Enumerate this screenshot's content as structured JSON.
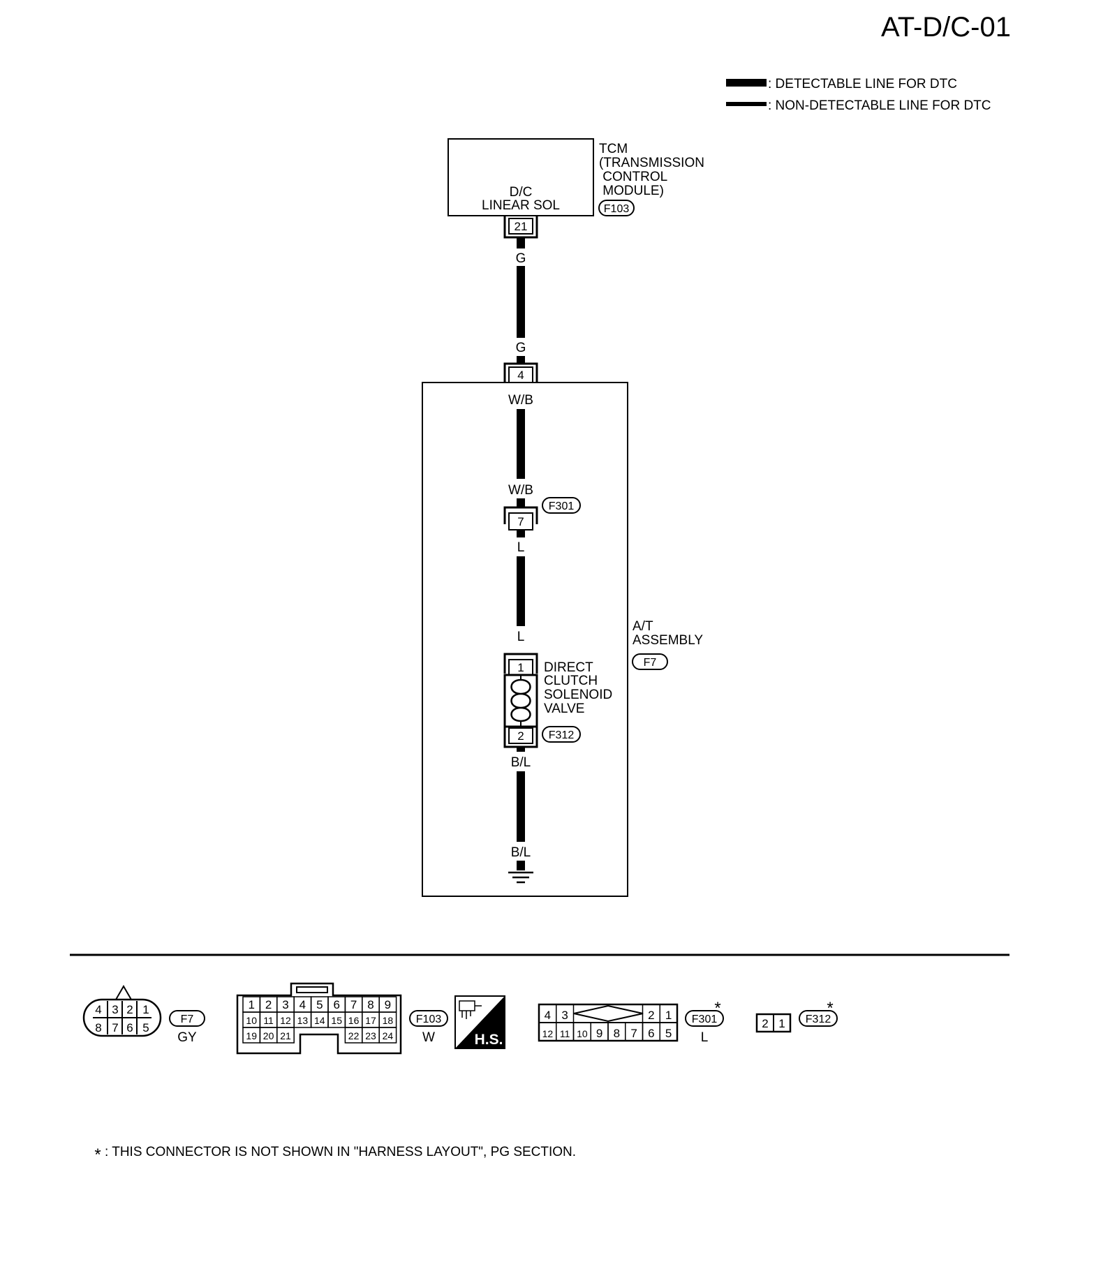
{
  "page_code": "AT-D/C-01",
  "legend": {
    "detectable": ": DETECTABLE LINE FOR DTC",
    "non_detectable": ": NON-DETECTABLE LINE FOR DTC"
  },
  "tcm": {
    "name_lines": [
      "TCM",
      "(TRANSMISSION",
      " CONTROL",
      " MODULE)"
    ],
    "connector": "F103",
    "function_lines": [
      "D/C",
      "LINEAR SOL"
    ],
    "pin": "21"
  },
  "wires": {
    "tcm_out_color": "G",
    "at_in_color": "G",
    "after_pin4": "W/B",
    "before_f301": "W/B",
    "after_f301": "L",
    "before_solenoid": "L",
    "after_solenoid": "B/L",
    "ground_color": "B/L"
  },
  "at_assembly": {
    "name_lines": [
      "A/T",
      "ASSEMBLY"
    ],
    "connector": "F7",
    "pin": "4"
  },
  "f301_connector": {
    "id": "F301",
    "pin": "7"
  },
  "solenoid": {
    "name_lines": [
      "DIRECT",
      "CLUTCH",
      "SOLENOID",
      "VALVE"
    ],
    "connector": "F312",
    "pin_in": "1",
    "pin_out": "2"
  },
  "connector_views": {
    "f7": {
      "id": "F7",
      "color": "GY",
      "top_row": [
        "4",
        "3",
        "2",
        "1"
      ],
      "bottom_row": [
        "8",
        "7",
        "6",
        "5"
      ]
    },
    "f103": {
      "id": "F103",
      "color": "W",
      "row1": [
        "1",
        "2",
        "3",
        "4",
        "5",
        "6",
        "7",
        "8",
        "9"
      ],
      "row2": [
        "10",
        "11",
        "12",
        "13",
        "14",
        "15",
        "16",
        "17",
        "18"
      ],
      "row3_left": [
        "19",
        "20",
        "21"
      ],
      "row3_right": [
        "22",
        "23",
        "24"
      ]
    },
    "hs_badge": "H.S.",
    "f301": {
      "id": "F301",
      "color": "L",
      "top_left": [
        "4",
        "3"
      ],
      "top_right": [
        "2",
        "1"
      ],
      "bottom_row": [
        "12",
        "11",
        "10",
        "9",
        "8",
        "7",
        "6",
        "5"
      ]
    },
    "f312": {
      "id": "F312",
      "pins": [
        "2",
        "1"
      ]
    },
    "star": "*"
  },
  "footnote": {
    "star": "*",
    "text": ": THIS CONNECTOR IS NOT SHOWN IN \"HARNESS LAYOUT\", PG SECTION."
  }
}
